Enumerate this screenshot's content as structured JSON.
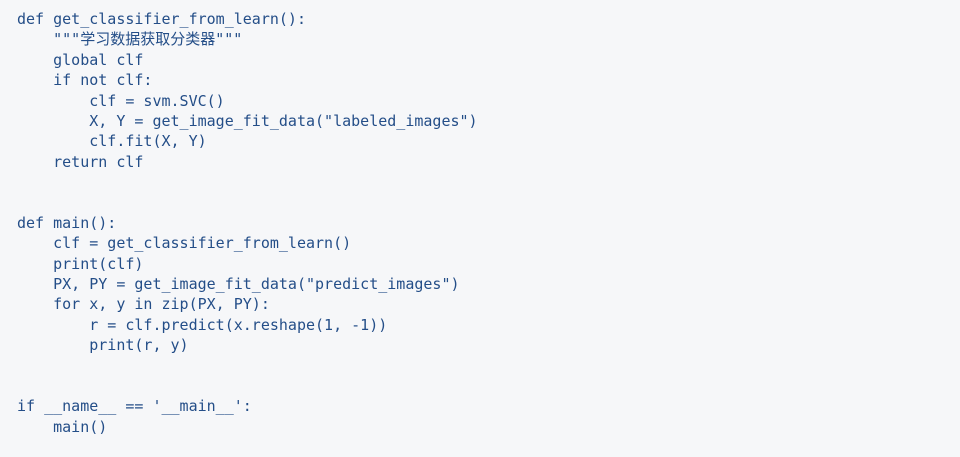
{
  "code": {
    "lines": [
      "def get_classifier_from_learn():",
      "    \"\"\"学习数据获取分类器\"\"\"",
      "    global clf",
      "    if not clf:",
      "        clf = svm.SVC()",
      "        X, Y = get_image_fit_data(\"labeled_images\")",
      "        clf.fit(X, Y)",
      "    return clf",
      "",
      "",
      "def main():",
      "    clf = get_classifier_from_learn()",
      "    print(clf)",
      "    PX, PY = get_image_fit_data(\"predict_images\")",
      "    for x, y in zip(PX, PY):",
      "        r = clf.predict(x.reshape(1, -1))",
      "        print(r, y)",
      "",
      "",
      "if __name__ == '__main__':",
      "    main()"
    ]
  },
  "colors": {
    "background": "#f6f7f9",
    "code_text": "#244e88"
  }
}
